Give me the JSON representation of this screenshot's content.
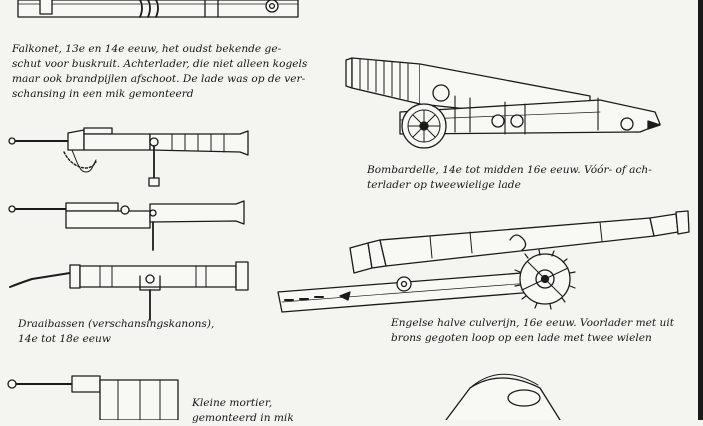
{
  "captions": {
    "falkonet": [
      "Falkonet, 13e en 14e eeuw, het oudst bekende ge-",
      "schut voor buskruit. Achterlader, die niet alleen kogels",
      "maar ook brandpijlen afschoot. De lade was op de ver-",
      "schansing in een mik gemonteerd"
    ],
    "bombardelle": [
      "Bombardelle, 14e tot midden 16e eeuw. Vóór- of ach-",
      "terlader op tweewielige lade"
    ],
    "draaibassen": [
      "Draaibassen (verschansingskanons),",
      "14e tot 18e eeuw"
    ],
    "culverijn": [
      "Engelse halve culverijn, 16e eeuw. Voorlader met uit",
      "brons gegoten loop op een lade met twee wielen"
    ],
    "mortier": [
      "Kleine mortier,",
      "gemonteerd in mik"
    ]
  }
}
